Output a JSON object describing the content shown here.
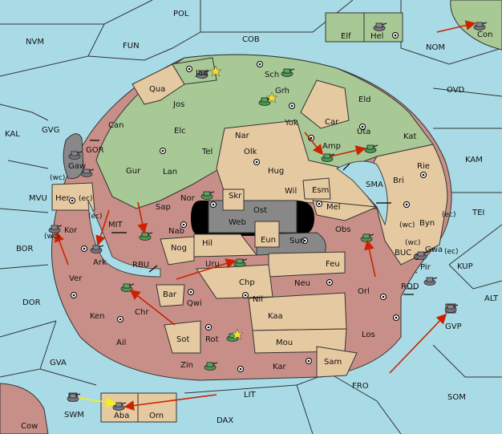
{
  "colors": {
    "sea": "#a9dbe6",
    "green": "#a8c896",
    "tan": "#e5c9a1",
    "red": "#c88f88",
    "gray": "#888888",
    "black": "#000000",
    "arrow_red": "#cc2200",
    "arrow_yellow": "#f0f020",
    "unit": "#4a9a4a",
    "unit_gray": "#777777"
  },
  "labels": {
    "pol": "POL",
    "nvm": "NVM",
    "fun": "FUN",
    "cob": "COB",
    "nom": "NOM",
    "ovd": "OVD",
    "kal": "KAL",
    "gvg": "GVG",
    "gor": "GOR",
    "mvu": "MVU",
    "mit": "MIT",
    "bor": "BOR",
    "rbu": "RBU",
    "dor": "DOR",
    "gva": "GVA",
    "swm": "SWM",
    "lit": "LIT",
    "dax": "DAX",
    "fro": "FRO",
    "som": "SOM",
    "alt": "ALT",
    "kup": "KUP",
    "rod": "ROD",
    "buc": "BUC",
    "tei": "TEI",
    "kam": "KAM",
    "sma": "SMA",
    "elf": "Elf",
    "hel": "Hel",
    "con": "Con",
    "jad": "Jad",
    "sch": "Sch",
    "qua": "Qua",
    "grh": "Grh",
    "eld": "Eld",
    "jos": "Jos",
    "yok": "Yok",
    "car": "Car",
    "uta": "Uta",
    "kat": "Kat",
    "can": "Can",
    "elc": "Elc",
    "nar": "Nar",
    "amp": "Amp",
    "gaw": "Gaw",
    "tel": "Tel",
    "olk": "Olk",
    "rie": "Rie",
    "gur": "Gur",
    "lan": "Lan",
    "hug": "Hug",
    "bri": "Bri",
    "wc1": "(wc)",
    "her": "Her",
    "ec1": "(ec)",
    "nor": "Nor",
    "skr": "Skr",
    "wil": "Wil",
    "esm": "Esm",
    "sap": "Sap",
    "ost": "Ost",
    "mel": "Mel",
    "byn": "Byn",
    "ec2": "(ec)",
    "wc2": "(wc)",
    "ec3": "(ec)",
    "web": "Web",
    "kor": "Kor",
    "wc3": "(wc)",
    "nab": "Nab",
    "obs": "Obs",
    "wc4": "(wc)",
    "gwa": "Gwa",
    "ec4": "(ec)",
    "eun": "Eun",
    "sun": "Sun",
    "hil": "Hil",
    "ark": "Ark",
    "nog": "Nog",
    "feu": "Feu",
    "pir": "Pir",
    "uru": "Uru",
    "chp": "Chp",
    "ver": "Ver",
    "bar": "Bar",
    "neu": "Neu",
    "orl": "Orl",
    "qwi": "Qwi",
    "nil": "Nil",
    "gvp": "GVP",
    "chr": "Chr",
    "ken": "Ken",
    "kaa": "Kaa",
    "los": "Los",
    "rot": "Rot",
    "ail": "Ail",
    "sot": "Sot",
    "mou": "Mou",
    "sam": "Sam",
    "zin": "Zin",
    "kar": "Kar",
    "aba": "Aba",
    "orn": "Orn",
    "cow": "Cow"
  }
}
